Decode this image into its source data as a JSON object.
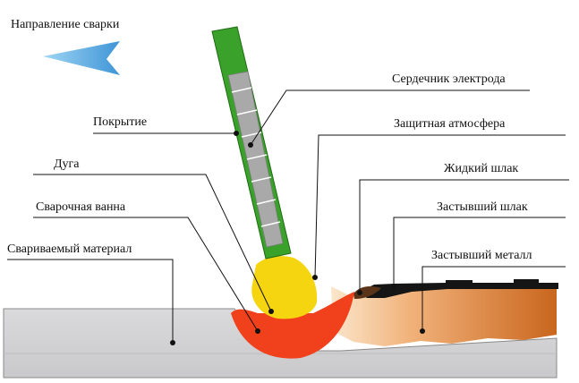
{
  "diagram": {
    "direction_label": "Направление сварки",
    "labels": {
      "electrode_core": "Сердечник электрода",
      "coating": "Покрытие",
      "shielding_atmosphere": "Защитная атмосфера",
      "arc": "Дуга",
      "liquid_slag": "Жидкий шлак",
      "weld_pool": "Сварочная ванна",
      "solid_slag": "Застывший шлак",
      "base_material": "Свариваемый материал",
      "solid_metal": "Застывший металл"
    },
    "colors": {
      "base_metal": "#d3d3d5",
      "coating": "#3aa22a",
      "core": "#a9a9a9",
      "arc": "#f5d410",
      "weld_pool": "#f0401c",
      "solid_metal": "#e08a3a",
      "slag": "#151515",
      "arrow": "#5fb3e6"
    }
  }
}
